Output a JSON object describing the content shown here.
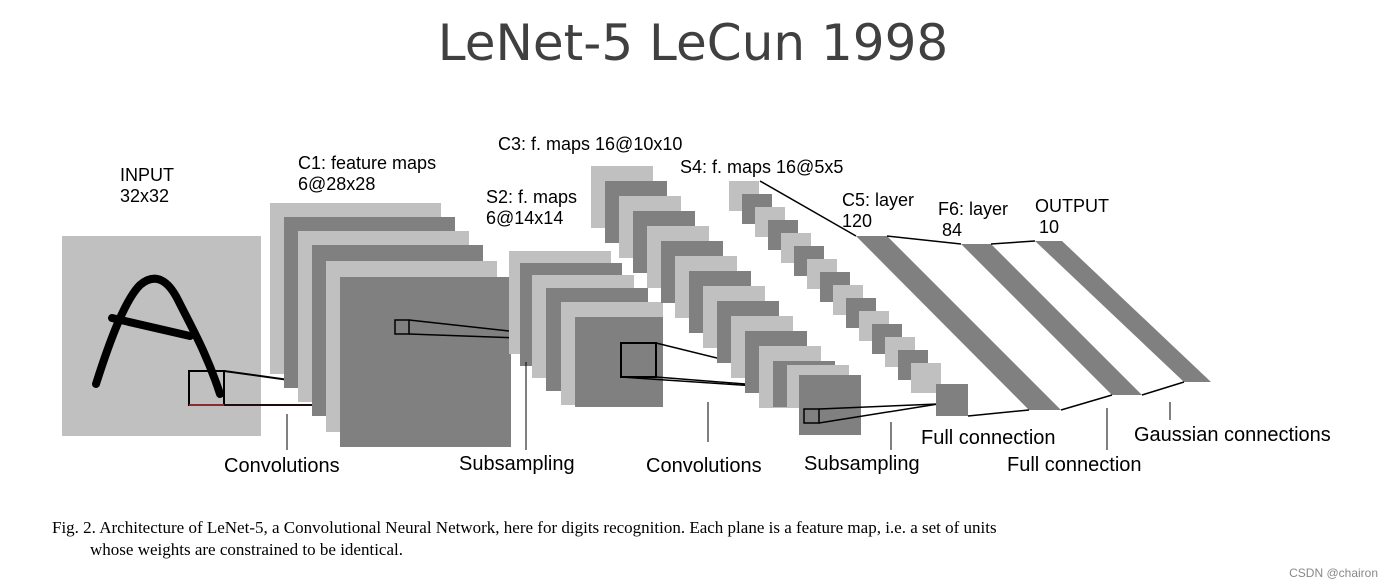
{
  "title": "LeNet-5 LeCun 1998",
  "layers": {
    "input": {
      "name": "INPUT",
      "size": "32x32"
    },
    "c1": {
      "name": "C1: feature maps",
      "size": "6@28x28"
    },
    "s2": {
      "name": "S2: f. maps",
      "size": "6@14x14"
    },
    "c3": {
      "name": "C3: f. maps 16@10x10"
    },
    "s4": {
      "name": "S4: f. maps 16@5x5"
    },
    "c5": {
      "name": "C5: layer",
      "size": "120"
    },
    "f6": {
      "name": "F6: layer",
      "size": "84"
    },
    "output": {
      "name": "OUTPUT",
      "size": "10"
    }
  },
  "operations": {
    "conv1": "Convolutions",
    "sub1": "Subsampling",
    "conv2": "Convolutions",
    "sub2": "Subsampling",
    "full1": "Full connection",
    "full2": "Full connection",
    "gauss": "Gaussian connections"
  },
  "caption": {
    "line1": "Fig. 2.   Architecture of LeNet-5, a Convolutional Neural Network, here for digits recognition. Each plane is a feature map, i.e. a set of units",
    "line2": "whose weights are constrained to be identical."
  },
  "watermark": "CSDN @chairon",
  "colors": {
    "light_map": "#c0c0c0",
    "dark_map": "#808080",
    "line": "#000000"
  }
}
